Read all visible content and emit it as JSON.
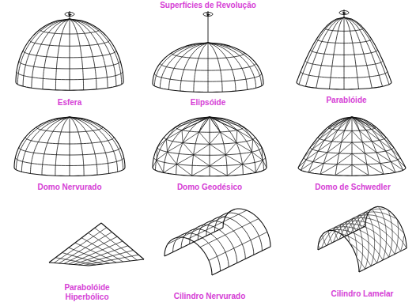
{
  "diagram": {
    "title": "Superfícies de Revolução",
    "labels": [
      "Esfera",
      "Elipsóide",
      "Parablóide",
      "Domo Nervurado",
      "Domo Geodésico",
      "Domo de Schwedler",
      "Parabolóide Hiperbólico",
      "Cilindro Nervurado",
      "Cilindro Lamelar"
    ]
  }
}
